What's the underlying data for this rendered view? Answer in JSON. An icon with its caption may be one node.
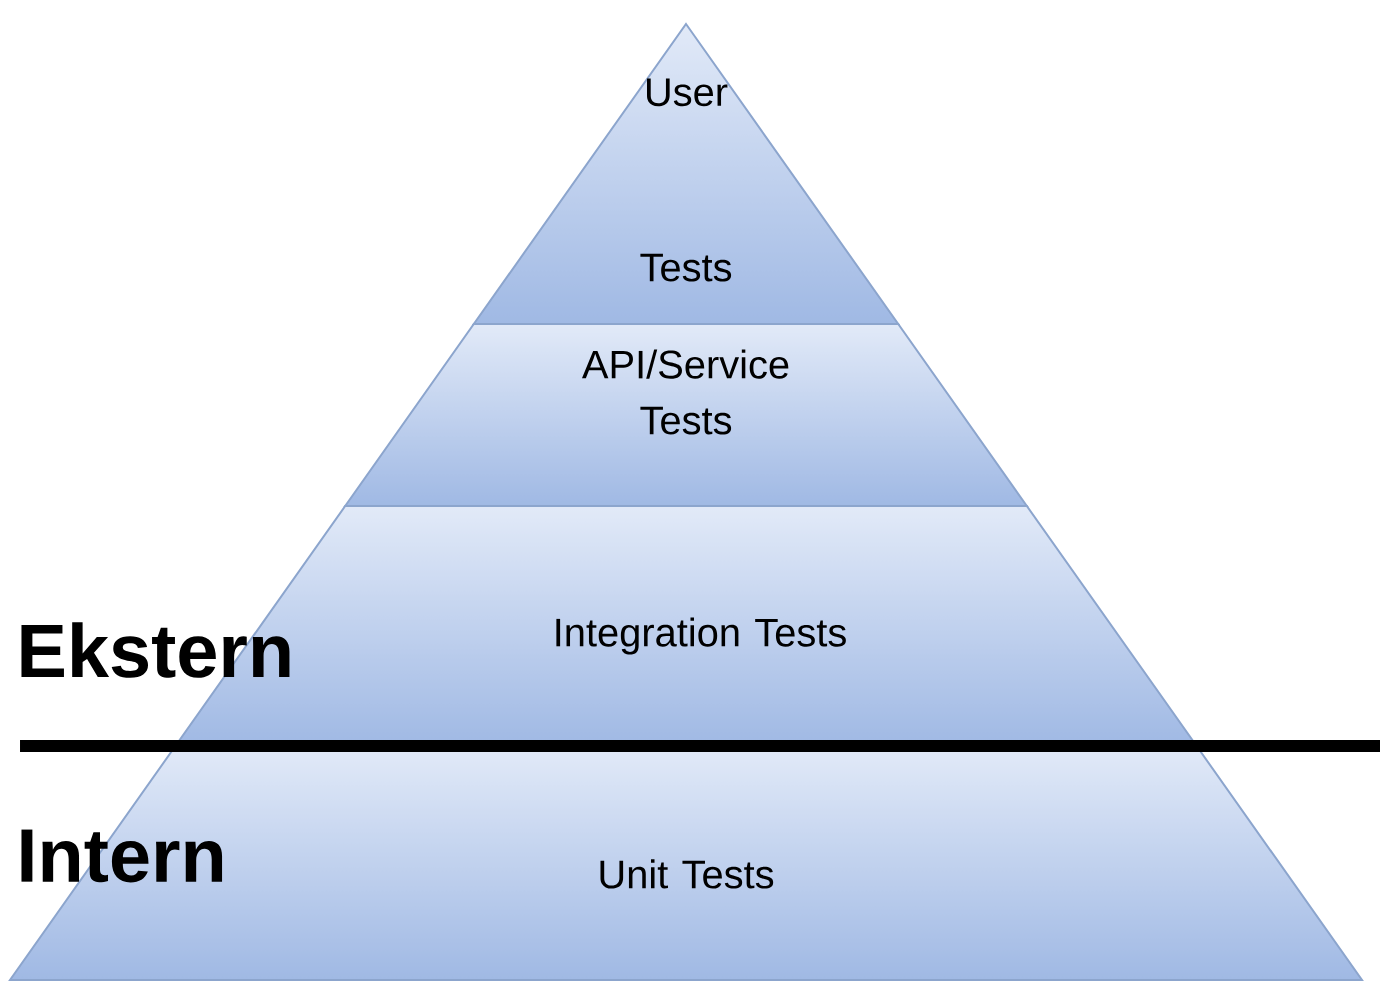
{
  "diagram": {
    "nodes": [
      {
        "text": [
          "User Tests"
        ]
      },
      {
        "text": [
          "API/Service Tests"
        ]
      },
      {
        "text": [
          "Integration Tests"
        ]
      },
      {
        "text": [
          "Unit Tests"
        ]
      }
    ],
    "labels": [
      "Ekstern",
      "Intern"
    ]
  }
}
